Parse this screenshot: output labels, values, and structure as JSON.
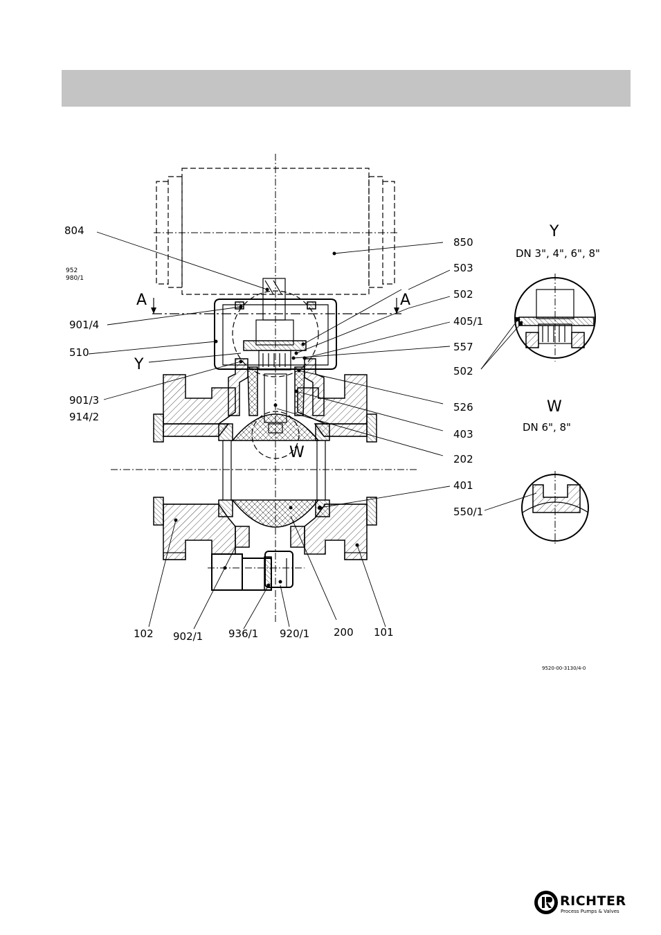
{
  "header": {
    "title": ""
  },
  "labels": {
    "l804": "804",
    "l952": "952",
    "l980_1": "980/1",
    "l901_4": "901/4",
    "l510": "510",
    "lY_main": "Y",
    "l901_3": "901/3",
    "l914_2": "914/2",
    "lA_left": "A",
    "lA_right": "A",
    "l850": "850",
    "l503": "503",
    "l502": "502",
    "l405_1": "405/1",
    "l557": "557",
    "l526": "526",
    "l403": "403",
    "l202": "202",
    "l401": "401",
    "l550_1": "550/1",
    "lW_main": "W",
    "l102": "102",
    "l902_1": "902/1",
    "l936_1": "936/1",
    "l920_1": "920/1",
    "l200": "200",
    "l101": "101"
  },
  "detail_Y": {
    "title": "Y",
    "subtitle": "DN 3\", 4\", 6\", 8\"",
    "label": "502"
  },
  "detail_W": {
    "title": "W",
    "subtitle": "DN 6\", 8\"",
    "label": "550/1"
  },
  "drawing_number": "9520-00-3130/4-0",
  "logo": {
    "name": "RICHTER",
    "tagline": "Process Pumps & Valves",
    "icon": "richter-logo-icon"
  }
}
